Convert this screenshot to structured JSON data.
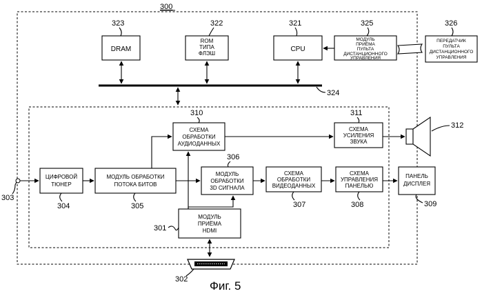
{
  "figure": {
    "number": "300",
    "caption": "Фиг. 5"
  },
  "blocks": {
    "dram": {
      "lines": [
        "DRAM"
      ],
      "ref": "323"
    },
    "rom": {
      "lines": [
        "ROM",
        "ТИПА",
        "ФЛЭШ"
      ],
      "ref": "322"
    },
    "cpu": {
      "lines": [
        "CPU"
      ],
      "ref": "321"
    },
    "remote_rx": {
      "lines": [
        "МОДУЛЬ",
        "ПРИЁМА",
        "ПУЛЬТА",
        "ДИСТАНЦИОННОГО",
        "УПРАВЛЕНИЯ"
      ],
      "ref": "325"
    },
    "remote_tx": {
      "lines": [
        "ПЕРЕДАТЧИК",
        "ПУЛЬТА",
        "ДИСТАНЦИОННОГО",
        "УПРАВЛЕНИЯ"
      ],
      "ref": "326"
    },
    "audio_proc": {
      "lines": [
        "СХЕМА",
        "ОБРАБОТКИ",
        "АУДИОДАННЫХ"
      ],
      "ref": "310"
    },
    "amp": {
      "lines": [
        "СХЕМА",
        "УСИЛЕНИЯ",
        "ЗВУКА"
      ],
      "ref": "311"
    },
    "tuner": {
      "lines": [
        "ЦИФРОВОЙ",
        "ТЮНЕР"
      ],
      "ref": "304"
    },
    "bitstream": {
      "lines": [
        "МОДУЛЬ ОБРАБОТКИ",
        "ПОТОКА БИТОВ"
      ],
      "ref": "305"
    },
    "proc3d": {
      "lines": [
        "МОДУЛЬ",
        "ОБРАБОТКИ",
        "3D СИГНАЛА"
      ],
      "ref": "306"
    },
    "video_proc": {
      "lines": [
        "СХЕМА",
        "ОБРАБОТКИ",
        "ВИДЕОДАННЫХ"
      ],
      "ref": "307"
    },
    "panel_ctrl": {
      "lines": [
        "СХЕМА",
        "УПРАВЛЕНИЯ",
        "ПАНЕЛЬЮ"
      ],
      "ref": "308"
    },
    "display": {
      "lines": [
        "ПАНЕЛЬ",
        "ДИСПЛЕЯ"
      ],
      "ref": "309"
    },
    "hdmi_rx": {
      "lines": [
        "МОДУЛЬ",
        "ПРИЁМА",
        "HDMI"
      ],
      "ref": "301"
    }
  },
  "refs": {
    "bus": "324",
    "speaker": "312",
    "antenna_input": "303",
    "hdmi_connector": "302"
  }
}
